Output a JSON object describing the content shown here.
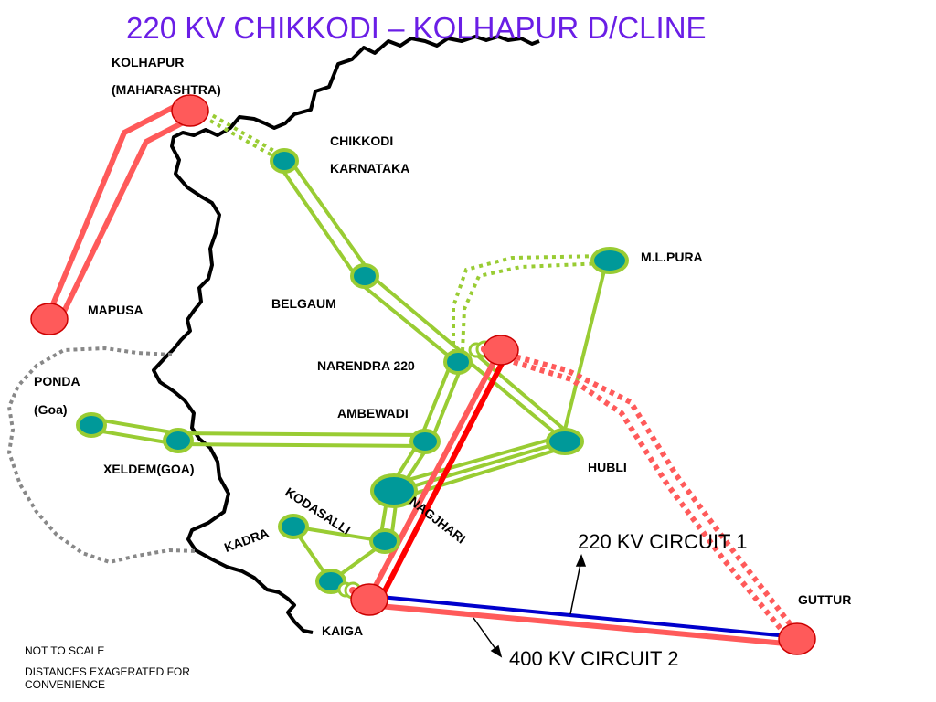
{
  "title": "220 KV CHIKKODI – KOLHAPUR D/CLINE",
  "labels": {
    "kolhapur": "KOLHAPUR",
    "maharashtra": "(MAHARASHTRA)",
    "chikkodi": "CHIKKODI",
    "karnataka": "KARNATAKA",
    "ml_pura": "M.L.PURA",
    "mapusa": "MAPUSA",
    "belgaum": "BELGAUM",
    "narendra": "NARENDRA 220",
    "ponda": "PONDA",
    "goa": "(Goa)",
    "ambewadi": "AMBEWADI",
    "hubli": "HUBLI",
    "xeldem": "XELDEM(GOA)",
    "kodasalli": "KODASALLI",
    "nagjhari": "NAGJHARI",
    "kadra": "KADRA",
    "kaiga": "KAIGA",
    "guttur": "GUTTUR"
  },
  "legend": {
    "circuit1": "220 KV CIRCUIT 1",
    "circuit2": "400 KV CIRCUIT 2"
  },
  "notes": {
    "scale": "NOT TO SCALE",
    "distances": "DISTANCES EXAGERATED FOR CONVENIENCE"
  },
  "colors": {
    "green_line": "#99cc33",
    "teal_node": "#009999",
    "red_node": "#ff5a5a",
    "red_line": "#ff5a5a",
    "bright_red": "#ff0000",
    "blue_line": "#0000cc",
    "boundary": "#000000",
    "dotted_grey": "#888888",
    "title": "#6a1ee6"
  }
}
